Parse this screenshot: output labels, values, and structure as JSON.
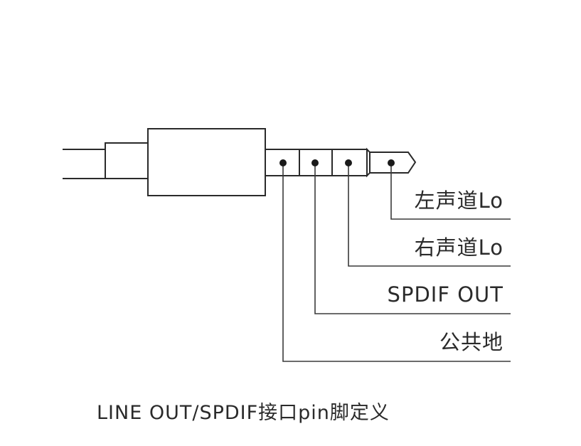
{
  "pins": [
    {
      "label": "左声道Lo"
    },
    {
      "label": "右声道Lo"
    },
    {
      "label": "SPDIF OUT"
    },
    {
      "label": "公共地"
    }
  ],
  "caption": "LINE OUT/SPDIF接口pin脚定义",
  "colors": {
    "line": "#2a2a2a",
    "text": "#2a2a2a",
    "background": "#ffffff"
  }
}
